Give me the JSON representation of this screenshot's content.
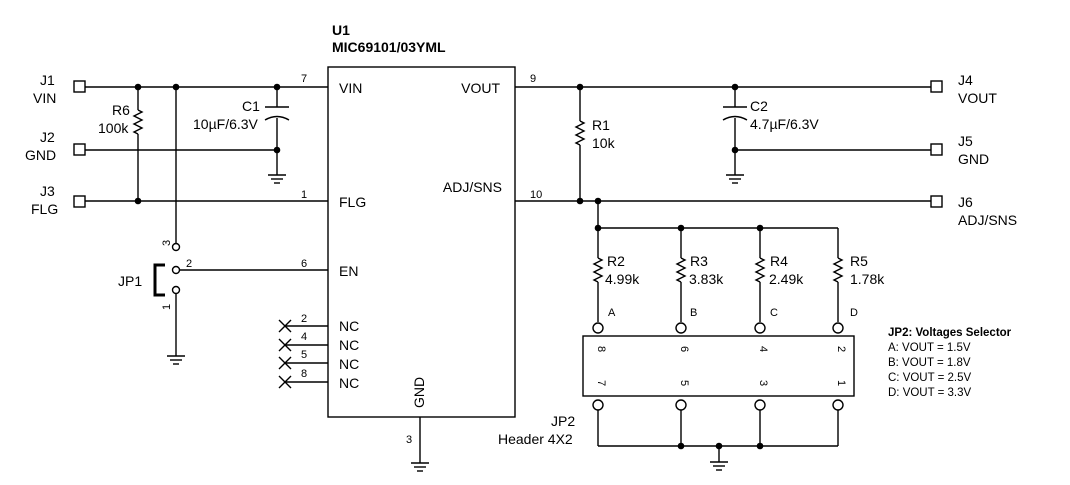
{
  "ic": {
    "ref": "U1",
    "part": "MIC69101/03YML",
    "pins": {
      "vin": "VIN",
      "flg": "FLG",
      "en": "EN",
      "nc": "NC",
      "vout": "VOUT",
      "adj": "ADJ/SNS",
      "gnd": "GND"
    },
    "pin_numbers": {
      "vin": "7",
      "flg": "1",
      "en": "6",
      "nc1": "2",
      "nc2": "4",
      "nc3": "5",
      "nc4": "8",
      "vout": "9",
      "adj": "10",
      "gnd": "3"
    }
  },
  "connectors": {
    "j1": {
      "ref": "J1",
      "net": "VIN"
    },
    "j2": {
      "ref": "J2",
      "net": "GND"
    },
    "j3": {
      "ref": "J3",
      "net": "FLG"
    },
    "j4": {
      "ref": "J4",
      "net": "VOUT"
    },
    "j5": {
      "ref": "J5",
      "net": "GND"
    },
    "j6": {
      "ref": "J6",
      "net": "ADJ/SNS"
    }
  },
  "components": {
    "r6": {
      "ref": "R6",
      "value": "100k"
    },
    "c1": {
      "ref": "C1",
      "value": "10µF/6.3V"
    },
    "r1": {
      "ref": "R1",
      "value": "10k"
    },
    "c2": {
      "ref": "C2",
      "value": "4.7µF/6.3V"
    },
    "r2": {
      "ref": "R2",
      "value": "4.99k"
    },
    "r3": {
      "ref": "R3",
      "value": "3.83k"
    },
    "r4": {
      "ref": "R4",
      "value": "2.49k"
    },
    "r5": {
      "ref": "R5",
      "value": "1.78k"
    }
  },
  "jp1": {
    "ref": "JP1",
    "pins": [
      "1",
      "2",
      "3"
    ]
  },
  "jp2": {
    "ref": "JP2",
    "desc": "Header 4X2",
    "top_pins": [
      "8",
      "6",
      "4",
      "2"
    ],
    "bottom_pins": [
      "7",
      "5",
      "3",
      "1"
    ],
    "positions": [
      "A",
      "B",
      "C",
      "D"
    ]
  },
  "legend": {
    "title": "JP2:  Voltages Selector",
    "items": [
      "A:  VOUT = 1.5V",
      "B:  VOUT = 1.8V",
      "C:  VOUT = 2.5V",
      "D:  VOUT = 3.3V"
    ]
  }
}
